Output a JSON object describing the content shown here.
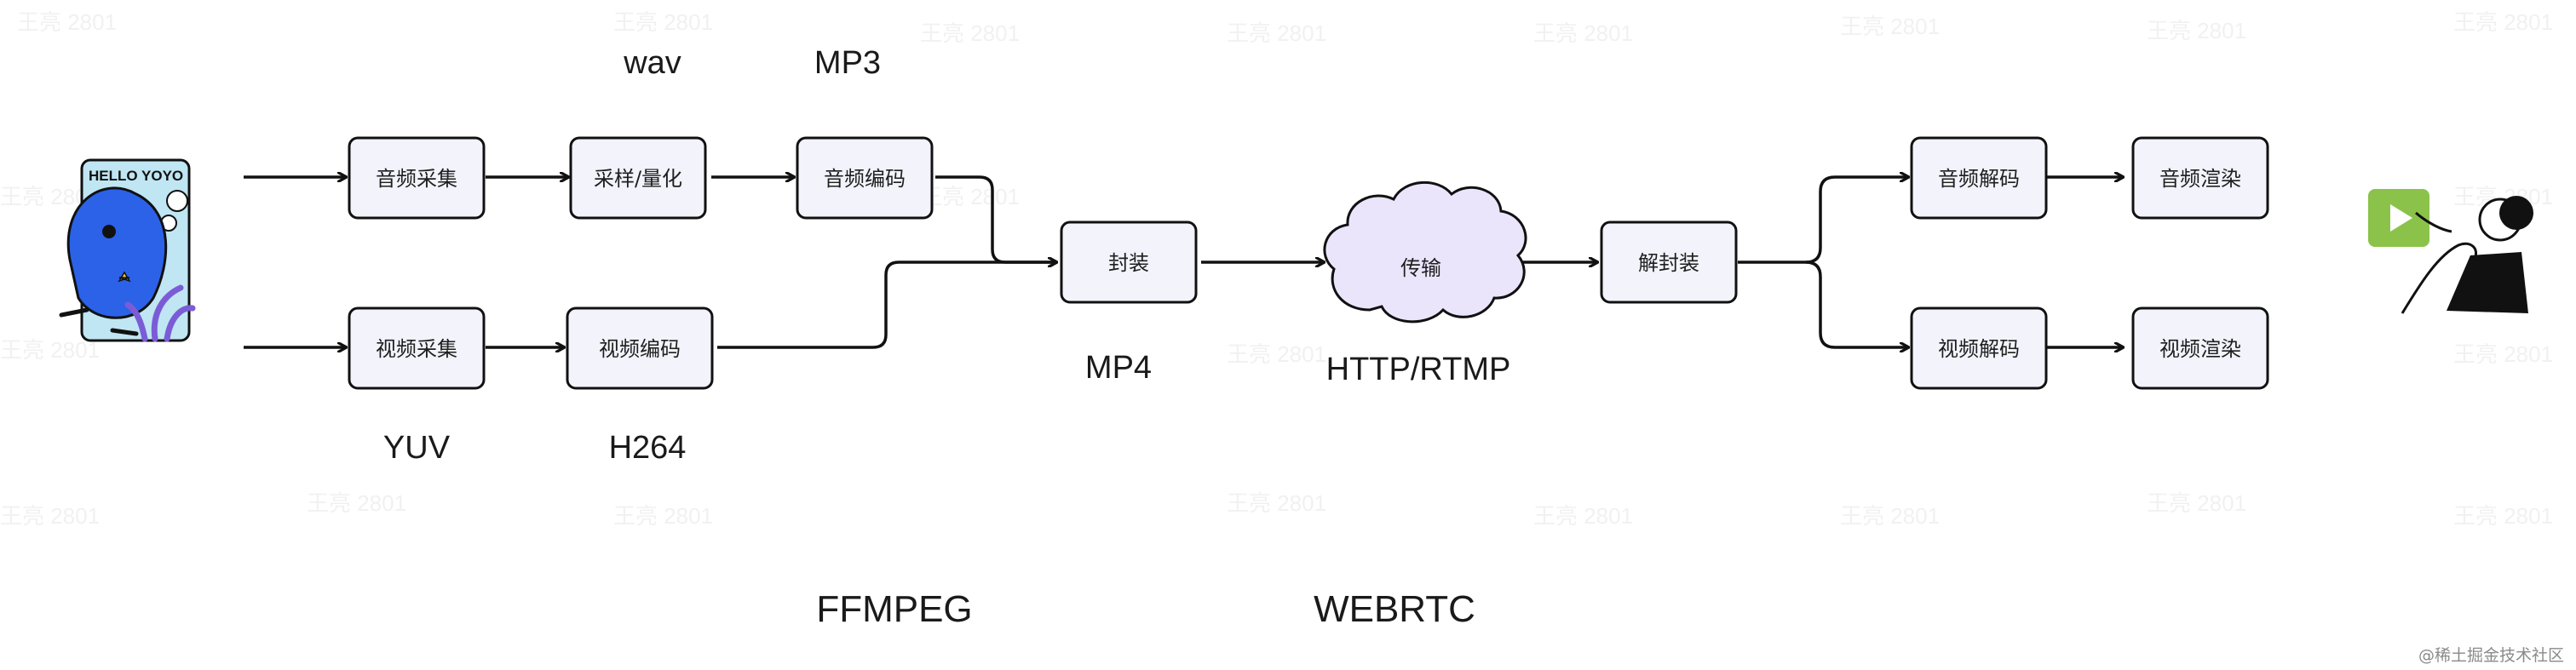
{
  "watermark_text": "王亮 2801",
  "nodes": {
    "audio_capture": "音频采集",
    "sampling": "采样/量化",
    "audio_encode": "音频编码",
    "video_capture": "视频采集",
    "video_encode": "视频编码",
    "mux": "封装",
    "transport": "传输",
    "demux": "解封装",
    "audio_decode": "音频解码",
    "audio_render": "音频渲染",
    "video_decode": "视频解码",
    "video_render": "视频渲染"
  },
  "labels": {
    "wav": "wav",
    "mp3": "MP3",
    "yuv": "YUV",
    "h264": "H264",
    "mp4": "MP4",
    "protocol": "HTTP/RTMP",
    "ffmpeg": "FFMPEG",
    "webrtc": "WEBRTC"
  },
  "left_illustration": {
    "caption": "HELLO YOYO",
    "icon": "blue-creature-illustration"
  },
  "right_illustration": {
    "icon": "person-with-play-button-illustration",
    "accent": "#8bc34a"
  },
  "footer_text": "@稀土掘金技术社区",
  "colors": {
    "box_fill": "#f2f3fb",
    "cloud_fill": "#ebe5fb",
    "stroke": "#111111"
  }
}
